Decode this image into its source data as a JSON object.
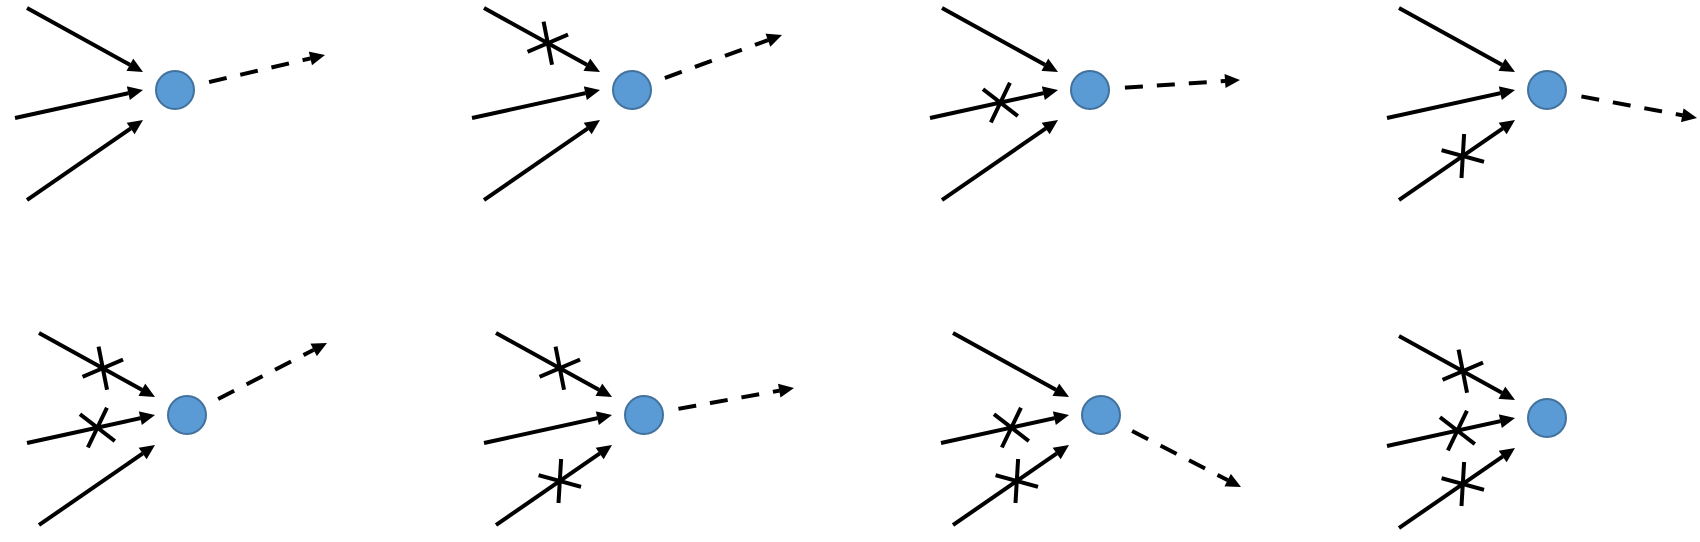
{
  "colors": {
    "node_fill": "#5b9bd5",
    "node_stroke": "#41719c",
    "line": "#000000",
    "background": "#ffffff"
  },
  "panels": [
    {
      "id": "p1",
      "blocked_inputs": [],
      "output": "present"
    },
    {
      "id": "p2",
      "blocked_inputs": [
        "top"
      ],
      "output": "present"
    },
    {
      "id": "p3",
      "blocked_inputs": [
        "middle"
      ],
      "output": "present"
    },
    {
      "id": "p4",
      "blocked_inputs": [
        "bottom"
      ],
      "output": "present"
    },
    {
      "id": "p5",
      "blocked_inputs": [
        "top",
        "middle"
      ],
      "output": "present"
    },
    {
      "id": "p6",
      "blocked_inputs": [
        "top",
        "bottom"
      ],
      "output": "present"
    },
    {
      "id": "p7",
      "blocked_inputs": [
        "middle",
        "bottom"
      ],
      "output": "present"
    },
    {
      "id": "p8",
      "blocked_inputs": [
        "top",
        "middle",
        "bottom"
      ],
      "output": "absent"
    }
  ]
}
